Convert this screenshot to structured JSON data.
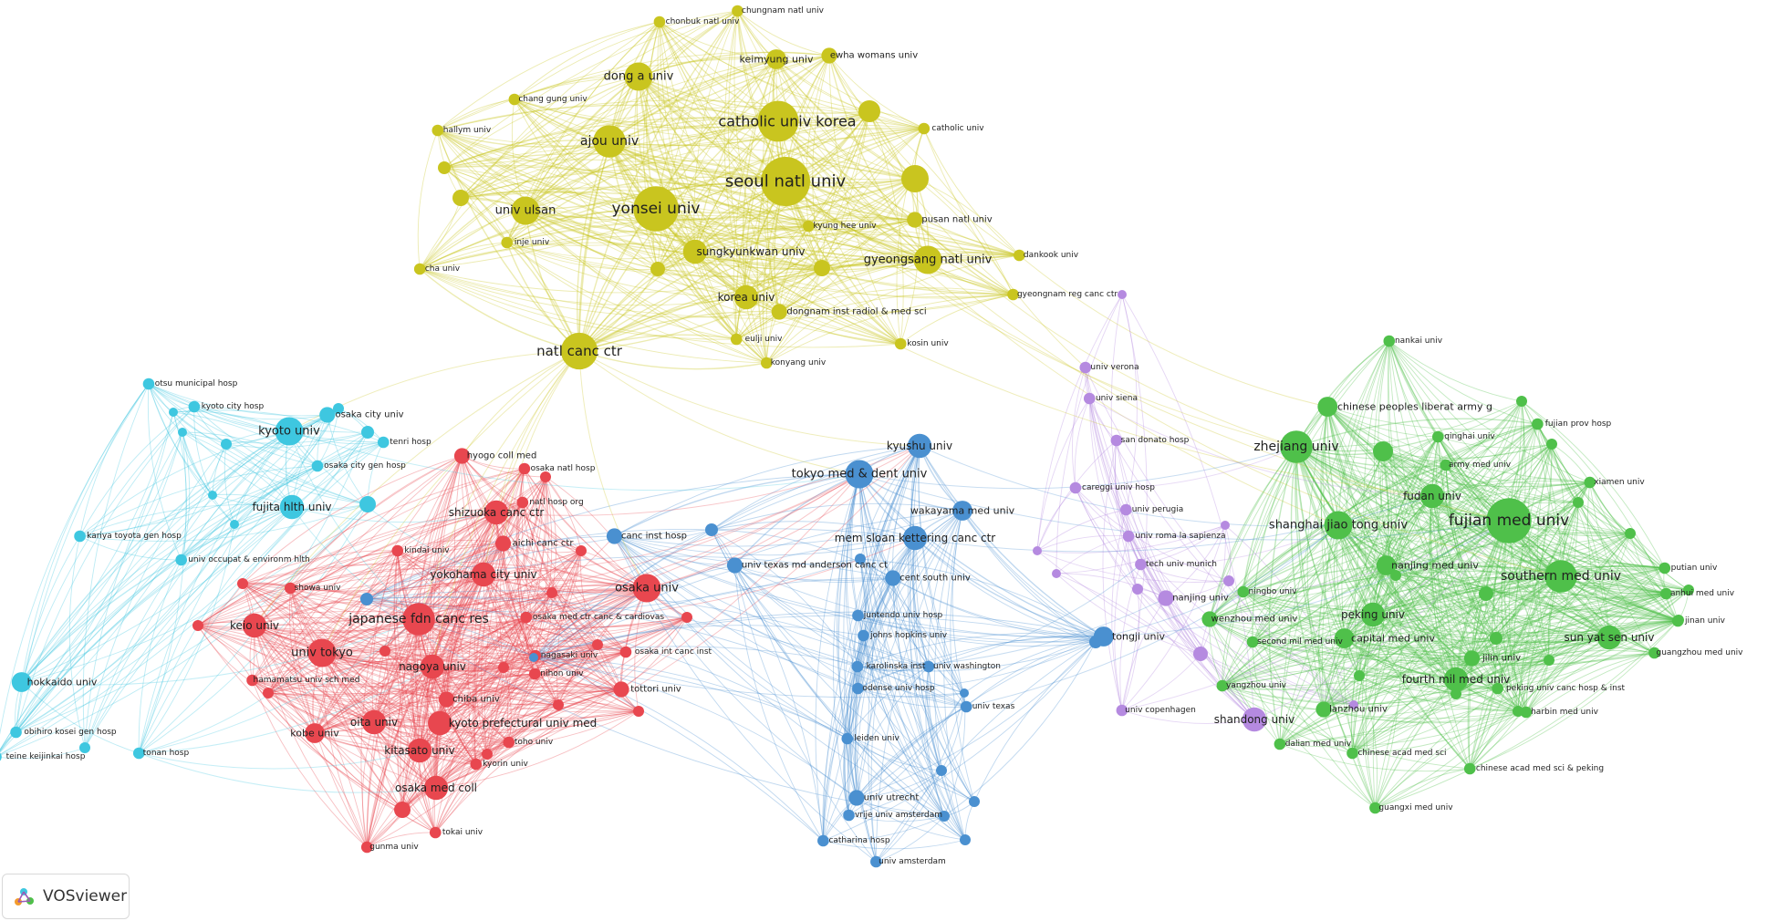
{
  "app": {
    "name": "VOSviewer"
  },
  "colors": {
    "yellow": "#c9c51f",
    "red": "#e8474f",
    "cyan": "#3ec7e0",
    "blue": "#4a90d0",
    "green": "#4fc04a",
    "purple": "#b58ae0"
  },
  "clusters": [
    {
      "color": "yellow",
      "nodes": [
        {
          "label": "chungnam natl univ",
          "s": 9
        },
        {
          "label": "chonbuk natl univ",
          "s": 9
        },
        {
          "label": "keimyung univ",
          "s": 11
        },
        {
          "label": "ewha womans univ",
          "s": 10
        },
        {
          "label": "dong a univ",
          "s": 13
        },
        {
          "label": "chang gung univ",
          "s": 9
        },
        {
          "label": "catholic univ korea",
          "s": 16
        },
        {
          "label": "catholic univ",
          "s": 9
        },
        {
          "label": "hallym univ",
          "s": 9
        },
        {
          "label": "ajou univ",
          "s": 14
        },
        {
          "label": "seoul natl univ",
          "s": 18
        },
        {
          "label": "univ ulsan",
          "s": 13
        },
        {
          "label": "yonsei univ",
          "s": 17
        },
        {
          "label": "pusan natl univ",
          "s": 10
        },
        {
          "label": "kyung hee univ",
          "s": 9
        },
        {
          "label": "dankook univ",
          "s": 9
        },
        {
          "label": "inje univ",
          "s": 9
        },
        {
          "label": "sungkyunkwan univ",
          "s": 12
        },
        {
          "label": "gyeongsang natl univ",
          "s": 13
        },
        {
          "label": "cha univ",
          "s": 9
        },
        {
          "label": "korea univ",
          "s": 12
        },
        {
          "label": "gyeongnam reg canc ctr",
          "s": 9
        },
        {
          "label": "dongnam inst radiol & med sci",
          "s": 10
        },
        {
          "label": "eulji univ",
          "s": 9
        },
        {
          "label": "kosin univ",
          "s": 9
        },
        {
          "label": "natl canc ctr",
          "s": 15
        },
        {
          "label": "konyang univ",
          "s": 9
        }
      ]
    },
    {
      "color": "cyan",
      "nodes": [
        {
          "label": "otsu municipal hosp",
          "s": 9
        },
        {
          "label": "kyoto city hosp",
          "s": 9
        },
        {
          "label": "kyoto univ",
          "s": 13
        },
        {
          "label": "osaka city univ",
          "s": 10
        },
        {
          "label": "tenri hosp",
          "s": 9
        },
        {
          "label": "osaka city gen hosp",
          "s": 9
        },
        {
          "label": "fujita hlth univ",
          "s": 12
        },
        {
          "label": "kariya toyota gen hosp",
          "s": 9
        },
        {
          "label": "univ occupat & environm hlth",
          "s": 9
        },
        {
          "label": "hokkaido univ",
          "s": 11
        },
        {
          "label": "obihiro kosei gen hosp",
          "s": 9
        },
        {
          "label": "teine keijinkai hosp",
          "s": 9
        },
        {
          "label": "tonan hosp",
          "s": 9
        }
      ]
    },
    {
      "color": "red",
      "nodes": [
        {
          "label": "hyogo coll med",
          "s": 10
        },
        {
          "label": "osaka natl hosp",
          "s": 9
        },
        {
          "label": "shizuoka canc ctr",
          "s": 12
        },
        {
          "label": "natl hosp org",
          "s": 9
        },
        {
          "label": "aichi canc ctr",
          "s": 10
        },
        {
          "label": "kindai univ",
          "s": 9
        },
        {
          "label": "yokohama city univ",
          "s": 12
        },
        {
          "label": "osaka univ",
          "s": 13
        },
        {
          "label": "showa univ",
          "s": 9
        },
        {
          "label": "keio univ",
          "s": 12
        },
        {
          "label": "japanese fdn canc res",
          "s": 14
        },
        {
          "label": "osaka med ctr canc & cardiovas",
          "s": 9
        },
        {
          "label": "univ tokyo",
          "s": 13
        },
        {
          "label": "nagoya univ",
          "s": 12
        },
        {
          "label": "nagasaki univ",
          "s": 9
        },
        {
          "label": "osaka int canc inst",
          "s": 9
        },
        {
          "label": "hamamatsu univ sch med",
          "s": 9
        },
        {
          "label": "nihon univ",
          "s": 9
        },
        {
          "label": "tottori univ",
          "s": 10
        },
        {
          "label": "chiba univ",
          "s": 10
        },
        {
          "label": "oita univ",
          "s": 12
        },
        {
          "label": "kyoto prefectural univ med",
          "s": 12
        },
        {
          "label": "kobe univ",
          "s": 11
        },
        {
          "label": "toho univ",
          "s": 9
        },
        {
          "label": "kitasato univ",
          "s": 12
        },
        {
          "label": "kyorin univ",
          "s": 9
        },
        {
          "label": "osaka med coll",
          "s": 12
        },
        {
          "label": "tokai univ",
          "s": 9
        },
        {
          "label": "gunma univ",
          "s": 9
        }
      ]
    },
    {
      "color": "blue",
      "nodes": [
        {
          "label": "kyushu univ",
          "s": 12
        },
        {
          "label": "tokyo med & dent univ",
          "s": 13
        },
        {
          "label": "canc inst hosp",
          "s": 10
        },
        {
          "label": "wakayama med univ",
          "s": 11
        },
        {
          "label": "mem sloan kettering canc ctr",
          "s": 12
        },
        {
          "label": "univ texas md anderson canc ct",
          "s": 10
        },
        {
          "label": "cent south univ",
          "s": 10
        },
        {
          "label": "juntendo univ hosp",
          "s": 9
        },
        {
          "label": "johns hopkins univ",
          "s": 9
        },
        {
          "label": "tongji univ",
          "s": 11
        },
        {
          "label": "karolinska inst",
          "s": 9
        },
        {
          "label": "univ washington",
          "s": 9
        },
        {
          "label": "odense univ hosp",
          "s": 9
        },
        {
          "label": "univ texas",
          "s": 9
        },
        {
          "label": "leiden univ",
          "s": 9
        },
        {
          "label": "univ utrecht",
          "s": 10
        },
        {
          "label": "vrije univ amsterdam",
          "s": 9
        },
        {
          "label": "catharina hosp",
          "s": 9
        },
        {
          "label": "univ amsterdam",
          "s": 9
        }
      ]
    },
    {
      "color": "purple",
      "nodes": [
        {
          "label": "univ verona",
          "s": 9
        },
        {
          "label": "univ siena",
          "s": 9
        },
        {
          "label": "san donato hosp",
          "s": 9
        },
        {
          "label": "careggi univ hosp",
          "s": 9
        },
        {
          "label": "univ perugia",
          "s": 9
        },
        {
          "label": "univ roma la sapienza",
          "s": 9
        },
        {
          "label": "tech univ munich",
          "s": 9
        },
        {
          "label": "nanjing univ",
          "s": 10
        },
        {
          "label": "univ copenhagen",
          "s": 9
        },
        {
          "label": "shandong univ",
          "s": 12
        }
      ]
    },
    {
      "color": "green",
      "nodes": [
        {
          "label": "nankai univ",
          "s": 9
        },
        {
          "label": "chinese peoples liberat army g",
          "s": 11
        },
        {
          "label": "fujian prov hosp",
          "s": 9
        },
        {
          "label": "zhejiang univ",
          "s": 14
        },
        {
          "label": "qinghai univ",
          "s": 9
        },
        {
          "label": "army med univ",
          "s": 9
        },
        {
          "label": "xiamen univ",
          "s": 9
        },
        {
          "label": "fudan univ",
          "s": 12
        },
        {
          "label": "fujian med univ",
          "s": 17
        },
        {
          "label": "shanghai jiao tong univ",
          "s": 13
        },
        {
          "label": "nanjing med univ",
          "s": 11
        },
        {
          "label": "putian univ",
          "s": 9
        },
        {
          "label": "southern med univ",
          "s": 14
        },
        {
          "label": "anhui med univ",
          "s": 9
        },
        {
          "label": "ningbo univ",
          "s": 9
        },
        {
          "label": "peking univ",
          "s": 12
        },
        {
          "label": "wenzhou med univ",
          "s": 10
        },
        {
          "label": "jinan univ",
          "s": 9
        },
        {
          "label": "second mil med univ",
          "s": 9
        },
        {
          "label": "capital med univ",
          "s": 11
        },
        {
          "label": "sun yat sen univ",
          "s": 12
        },
        {
          "label": "guangzhou med univ",
          "s": 9
        },
        {
          "label": "jilin univ",
          "s": 10
        },
        {
          "label": "fourth mil med univ",
          "s": 12
        },
        {
          "label": "yangzhou univ",
          "s": 9
        },
        {
          "label": "peking univ canc hosp & inst",
          "s": 9
        },
        {
          "label": "lanzhou univ",
          "s": 10
        },
        {
          "label": "harbin med univ",
          "s": 9
        },
        {
          "label": "dalian med univ",
          "s": 9
        },
        {
          "label": "chinese acad med sci",
          "s": 9
        },
        {
          "label": "chinese acad med sci & peking",
          "s": 9
        },
        {
          "label": "guangxi med univ",
          "s": 9
        }
      ]
    }
  ]
}
